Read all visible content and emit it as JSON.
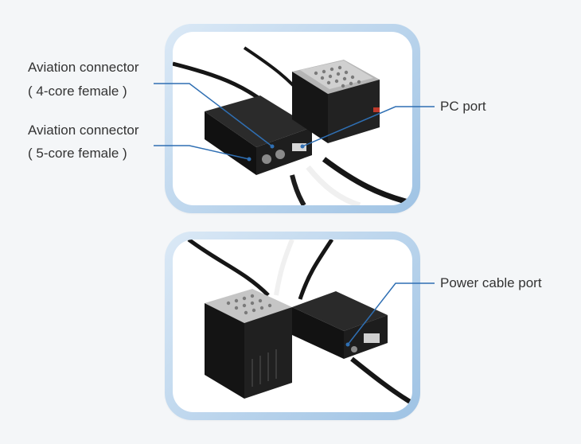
{
  "annotations": {
    "aviation_4core_line1": "Aviation connector",
    "aviation_4core_line2": "( 4-core female )",
    "aviation_5core_line1": "Aviation connector",
    "aviation_5core_line2": "( 5-core female )",
    "pc_port": "PC port",
    "power_cable_port": "Power cable port"
  },
  "colors": {
    "leader_line": "#2f6fb3",
    "panel_frame": "#b7d3ee",
    "device_body": "#1a1a1a",
    "heater_plate": "#c9c9c9"
  }
}
